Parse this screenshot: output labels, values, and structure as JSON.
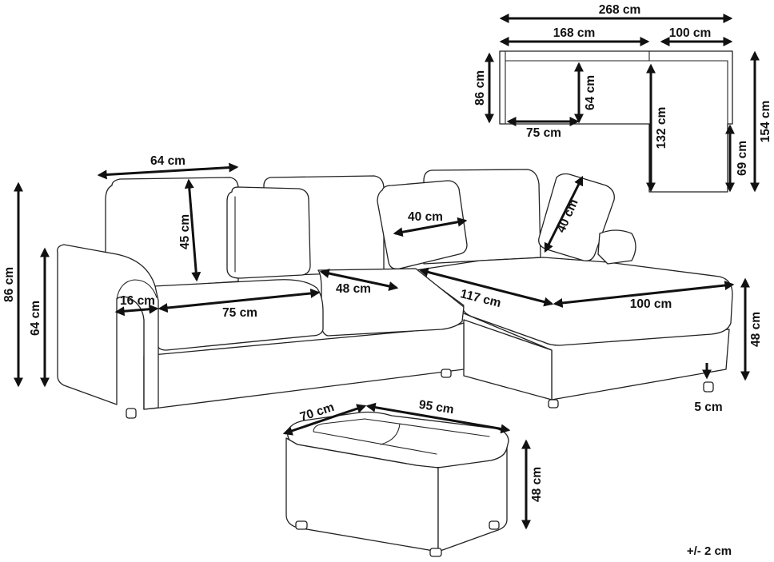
{
  "colors": {
    "line": "#222222",
    "dimension": "#111111",
    "background": "#ffffff"
  },
  "plan": {
    "overall_width": "268 cm",
    "sofa_width": "168 cm",
    "chaise_width": "100 cm",
    "depth": "86 cm",
    "seat_depth": "64 cm",
    "seat_width": "75 cm",
    "chaise_length": "132 cm",
    "total_length": "154 cm",
    "chaise_depth": "69 cm"
  },
  "sofa": {
    "backrest_width": "64 cm",
    "backrest_height": "45 cm",
    "pillow_width": "40 cm",
    "pillow_height": "40 cm",
    "armrest_width": "16 cm",
    "seat_cushion_width": "75 cm",
    "middle_seat_width": "48 cm",
    "corner_length": "117 cm",
    "chaise_width": "100 cm",
    "total_height": "86 cm",
    "arm_height": "64 cm",
    "seat_height": "48 cm",
    "leg_height": "5 cm"
  },
  "ottoman": {
    "depth": "70 cm",
    "width": "95 cm",
    "height": "48 cm"
  },
  "tolerance": "+/- 2 cm"
}
